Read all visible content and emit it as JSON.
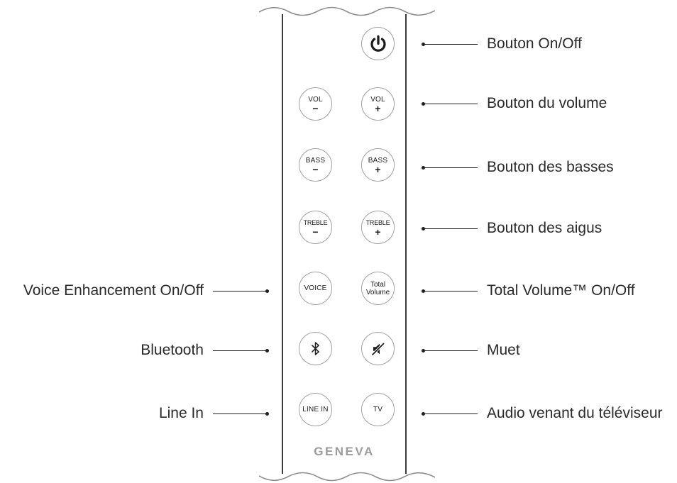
{
  "device": {
    "brand": "GENEVA",
    "buttons": {
      "power": {
        "icon": "power-icon"
      },
      "vol_minus": {
        "top": "VOL",
        "sign": "−"
      },
      "vol_plus": {
        "top": "VOL",
        "sign": "+"
      },
      "bass_minus": {
        "top": "BASS",
        "sign": "−"
      },
      "bass_plus": {
        "top": "BASS",
        "sign": "+"
      },
      "treble_minus": {
        "top": "TREBLE",
        "sign": "−"
      },
      "treble_plus": {
        "top": "TREBLE",
        "sign": "+"
      },
      "voice": {
        "label": "VOICE"
      },
      "total_volume": {
        "line1": "Total",
        "line2": "Volume"
      },
      "bluetooth": {
        "icon": "bluetooth-icon"
      },
      "mute": {
        "icon": "mute-speaker-icon"
      },
      "line_in": {
        "label": "LINE IN"
      },
      "tv": {
        "label": "TV"
      }
    }
  },
  "labels": {
    "right": [
      "Bouton On/Off",
      "Bouton du volume",
      "Bouton des basses",
      "Bouton des aigus",
      "Total Volume™ On/Off",
      "Muet",
      "Audio venant du téléviseur"
    ],
    "left": [
      "Voice Enhancement On/Off",
      "Bluetooth",
      "Line In"
    ]
  },
  "colors": {
    "button_outline": "#a2a2a2",
    "button_text": "#1c1c1c",
    "annotation_text": "#2a2a2a",
    "leader_line": "#1f1f1f",
    "brand_text": "#9b9b9b",
    "torn_edge": "#8f8f8f",
    "body_edge": "#3a3a3a"
  }
}
